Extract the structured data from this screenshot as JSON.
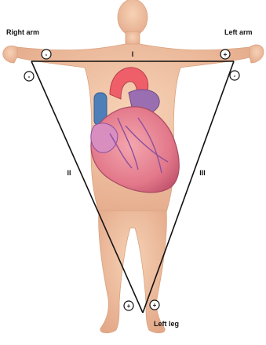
{
  "labels": {
    "right_arm": "Right arm",
    "left_arm": "Left arm",
    "left_leg": "Left leg"
  },
  "leads": {
    "lead_1": "I",
    "lead_2": "II",
    "lead_3": "III"
  },
  "electrodes": {
    "right_arm_top": "-",
    "right_arm_bottom": "-",
    "left_arm_top": "+",
    "left_arm_bottom": "-",
    "left_leg_left": "+",
    "left_leg_right": "+"
  },
  "colors": {
    "skin": "#f3c6a6",
    "skin_shadow": "#d9a27f",
    "heart": "#e77c8a",
    "heart_dark": "#b94e66",
    "aorta": "#ee5f6a",
    "vena_cava": "#4e7fb8",
    "vessel_purple": "#8b4f9e",
    "triangle": "#111111"
  }
}
